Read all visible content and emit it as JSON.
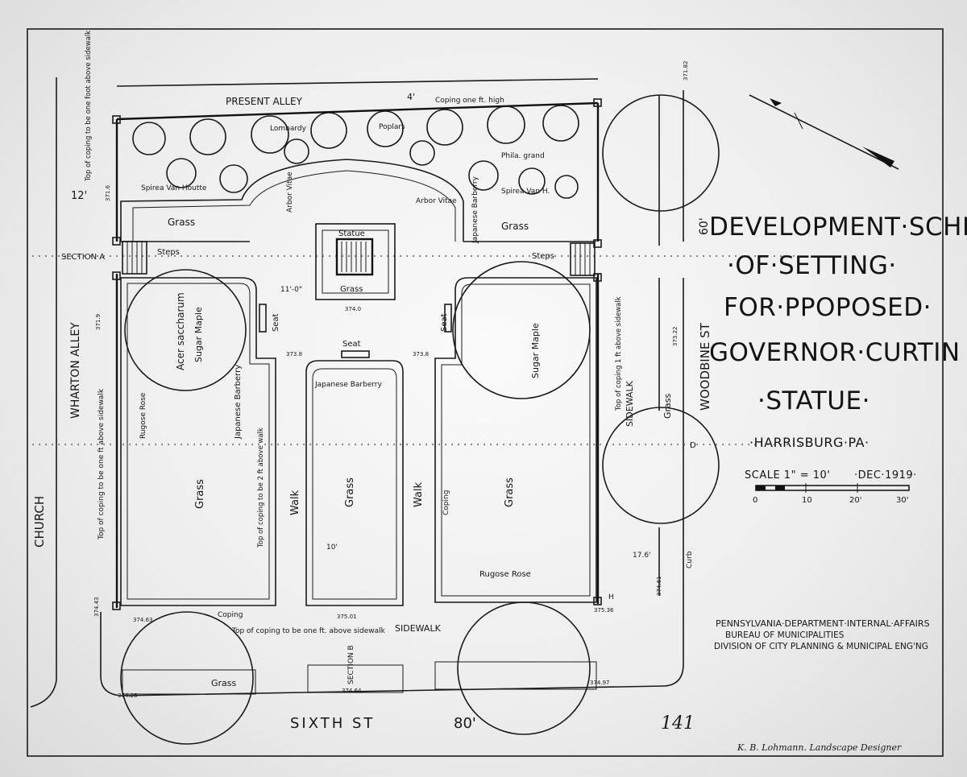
{
  "title": {
    "line1": "DEVELOPMENT·SCHEME",
    "line2": "·OF·SETTING·",
    "line3": "FOR·PPOPOSED·",
    "line4": "GOVERNOR·CURTIN",
    "line5": "·STATUE·",
    "location": "·HARRISBURG·PA·",
    "scale": "SCALE 1\" = 10'",
    "date": "·DEC·1919·",
    "scale_ticks": [
      "0",
      "10",
      "20'",
      "30'"
    ]
  },
  "credits": {
    "line1": "PENNSYLVANIA·DEPARTMENT·INTERNAL·AFFAIRS",
    "line2": "BUREAU OF MUNICIPALITIES",
    "line3": "DIVISION OF CITY PLANNING & MUNICIPAL ENG'NG",
    "signature": "K. B. Lohmann. Landscape Designer"
  },
  "streets": {
    "present_alley": "PRESENT ALLEY",
    "alley_width": "4'",
    "coping_top": "Coping one ft. high",
    "wharton_alley": "WHARTON ALLEY",
    "wharton_width": "12'",
    "church": "CHURCH",
    "woodbine": "WOODBINE ST",
    "woodbine_width": "60'",
    "sixth": "SIXTH ST",
    "sixth_width": "80'"
  },
  "labels": {
    "statue": "Statue",
    "grass": "Grass",
    "walk": "Walk",
    "steps": "Steps",
    "seat": "Seat",
    "sidewalk": "SIDEWALK",
    "sidewalk_lower": "SIDEWALK",
    "lombardy": "Lombardy",
    "poplars": "Poplars",
    "phila_grand": "Phila. grand",
    "spirea_van_houtte": "Spirea Van Houtte",
    "spirea_van_h": "Spirea Van H.",
    "arbor_vitae": "Arbor Vitae",
    "japanese_barberry": "Japanese Barberry",
    "acer_saccharum": "Acer saccharum",
    "sugar_maple": "Sugar Maple",
    "rugose_rose": "Rugose Rose",
    "coping": "Coping",
    "curb": "Curb",
    "section_a": "SECTION A",
    "section_b": "SECTION B",
    "coping_note_left": "Top of coping to be one foot above sidewalk",
    "coping_note_west": "Top of coping to be one ft above sidewalk",
    "coping_note_walk": "Top of coping to be 2 ft above walk",
    "coping_note_east": "Top of coping 1 ft above sidewalk",
    "coping_note_south": "Top of coping to be one ft. above sidewalk",
    "dim_11": "11'-0\"",
    "dim_10": "10'",
    "dim_17": "17.6'",
    "marker_h": "H",
    "marker_d": "D",
    "page_number": "141"
  },
  "elevations": {
    "e371_82": "371.82",
    "e371_6": "371.6",
    "e371_9": "371.9",
    "e374_0": "374.0",
    "e373_8a": "373.8",
    "e373_8b": "373.8",
    "e374_43": "374.43",
    "e374_63": "374.63",
    "e375_01": "375.01",
    "e375_36": "375.36",
    "e374_61": "374.61",
    "e374_97": "374.97",
    "e374_64": "374.64",
    "e374_26": "374.26",
    "e373_22": "373.22"
  },
  "colors": {
    "ink": "#1a1a1a",
    "paper": "#f3f3f3"
  }
}
